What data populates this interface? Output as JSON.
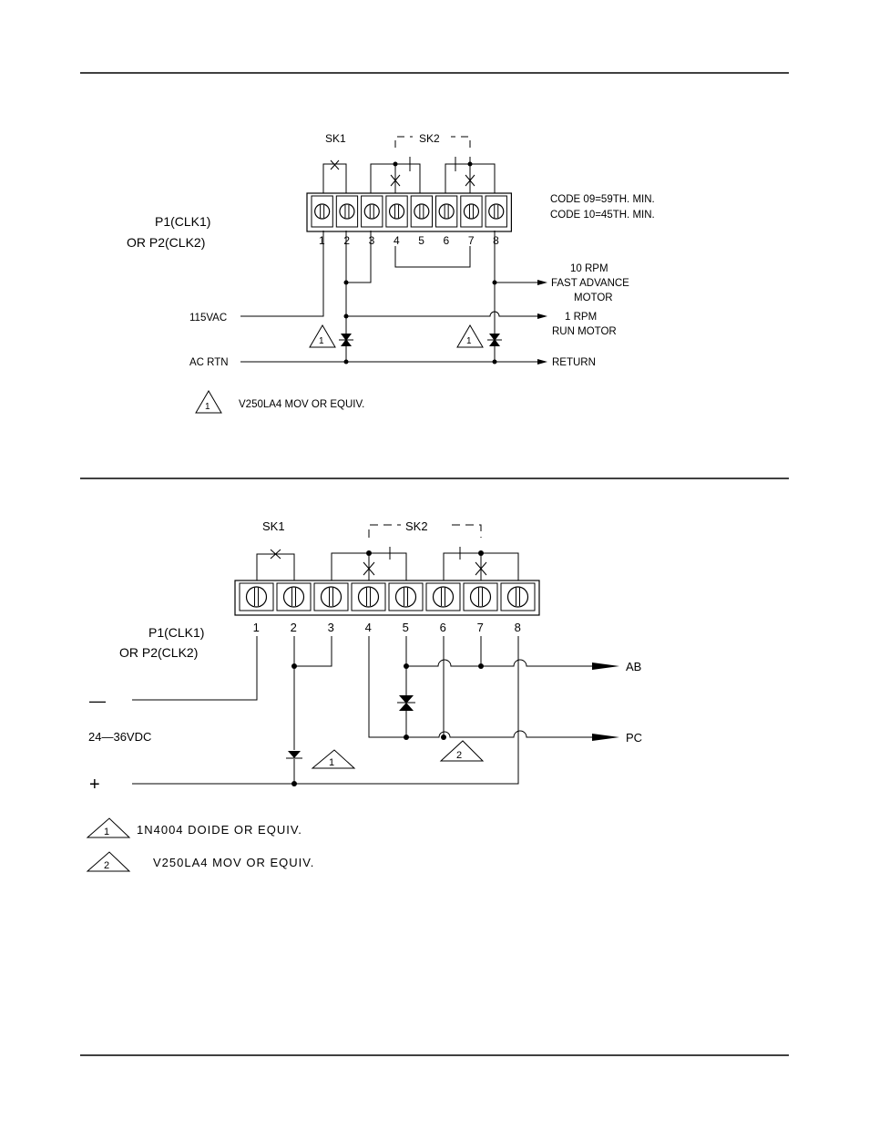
{
  "ac_diagram": {
    "sk1_label": "SK1",
    "sk2_label": "SK2",
    "connector_label_line1": "P1(CLK1)",
    "connector_label_line2": "OR P2(CLK2)",
    "terminals": [
      "1",
      "2",
      "3",
      "4",
      "5",
      "6",
      "7",
      "8"
    ],
    "code_line1": "CODE 09=59TH. MIN.",
    "code_line2": "CODE 10=45TH. MIN.",
    "fast_motor_line1": "10 RPM",
    "fast_motor_line2": "FAST ADVANCE",
    "fast_motor_line3": "MOTOR",
    "run_motor_line1": "1 RPM",
    "run_motor_line2": "RUN MOTOR",
    "input_label": "115VAC",
    "return_in_label": "AC RTN",
    "return_out_label": "RETURN",
    "note_marker": "1",
    "note_text": "V250LA4 MOV OR EQUIV."
  },
  "dc_diagram": {
    "sk1_label": "SK1",
    "sk2_label": "SK2",
    "connector_label_line1": "P1(CLK1)",
    "connector_label_line2": "OR P2(CLK2)",
    "terminals": [
      "1",
      "2",
      "3",
      "4",
      "5",
      "6",
      "7",
      "8"
    ],
    "minus_label": "—",
    "voltage_label": "24—36VDC",
    "plus_label": "+",
    "output_ab": "AB",
    "output_pc": "PC",
    "marker_1": "1",
    "marker_2": "2",
    "note1_text": "1N4004 DOIDE OR EQUIV.",
    "note2_text": "V250LA4 MOV OR EQUIV."
  }
}
